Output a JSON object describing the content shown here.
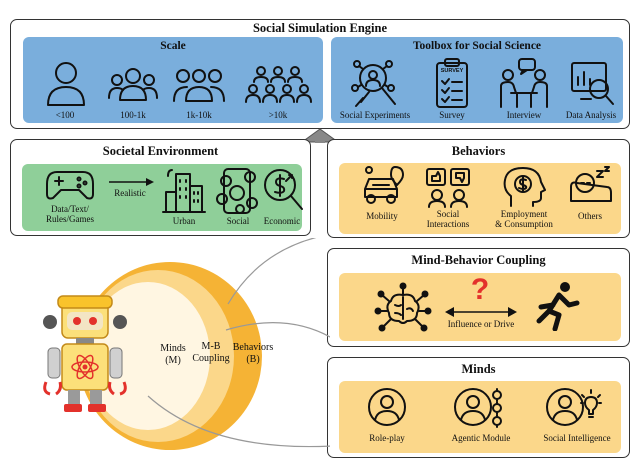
{
  "engine": {
    "title": "Social Simulation Engine",
    "scale": {
      "title": "Scale",
      "items": [
        {
          "label": "<100",
          "icon": "person-icon"
        },
        {
          "label": "100-1k",
          "icon": "group-small-icon"
        },
        {
          "label": "1k-10k",
          "icon": "group-medium-icon"
        },
        {
          "label": ">10k",
          "icon": "group-large-icon"
        }
      ]
    },
    "toolbox": {
      "title": "Toolbox for Social Science",
      "items": [
        {
          "label": "Social Experiments",
          "icon": "network-magnifier-icon"
        },
        {
          "label": "Survey",
          "icon": "survey-clipboard-icon",
          "badge": "SURVEY"
        },
        {
          "label": "Interview",
          "icon": "interview-icon"
        },
        {
          "label": "Data Analysis",
          "icon": "data-analysis-icon"
        }
      ]
    }
  },
  "environment": {
    "title": "Societal Environment",
    "source_label": "Data/Text/\nRules/Games",
    "arrow_label": "Realistic",
    "items": [
      {
        "label": "Urban",
        "icon": "city-icon"
      },
      {
        "label": "Social",
        "icon": "social-media-icon"
      },
      {
        "label": "Economic",
        "icon": "economic-magnifier-icon"
      }
    ]
  },
  "behaviors": {
    "title": "Behaviors",
    "items": [
      {
        "label": "Mobility",
        "icon": "car-icon"
      },
      {
        "label": "Social\nInteractions",
        "icon": "thumbs-icon"
      },
      {
        "label": "Employment\n& Consumption",
        "icon": "head-money-icon"
      },
      {
        "label": "Others",
        "icon": "sleep-icon"
      }
    ]
  },
  "coupling": {
    "title": "Mind-Behavior Coupling",
    "relation_label": "Influence or Drive",
    "question_mark": "?",
    "left_icon": "brain-network-icon",
    "right_icon": "runner-icon"
  },
  "minds": {
    "title": "Minds",
    "items": [
      {
        "label": "Role-play",
        "icon": "person-circle-icon"
      },
      {
        "label": "Agentic Module",
        "icon": "person-gears-icon"
      },
      {
        "label": "Social Intelligence",
        "icon": "person-bulb-icon"
      }
    ]
  },
  "agent": {
    "minds_label": "Minds\n(M)",
    "coupling_label": "M-B\nCoupling",
    "behaviors_label": "Behaviors\n(B)",
    "robot_icon": "robot-icon"
  },
  "colors": {
    "blue": "#7aaedc",
    "green": "#8fcf99",
    "yellow": "#fbd78a",
    "orange": "#f5b335",
    "red": "#e3312b"
  }
}
